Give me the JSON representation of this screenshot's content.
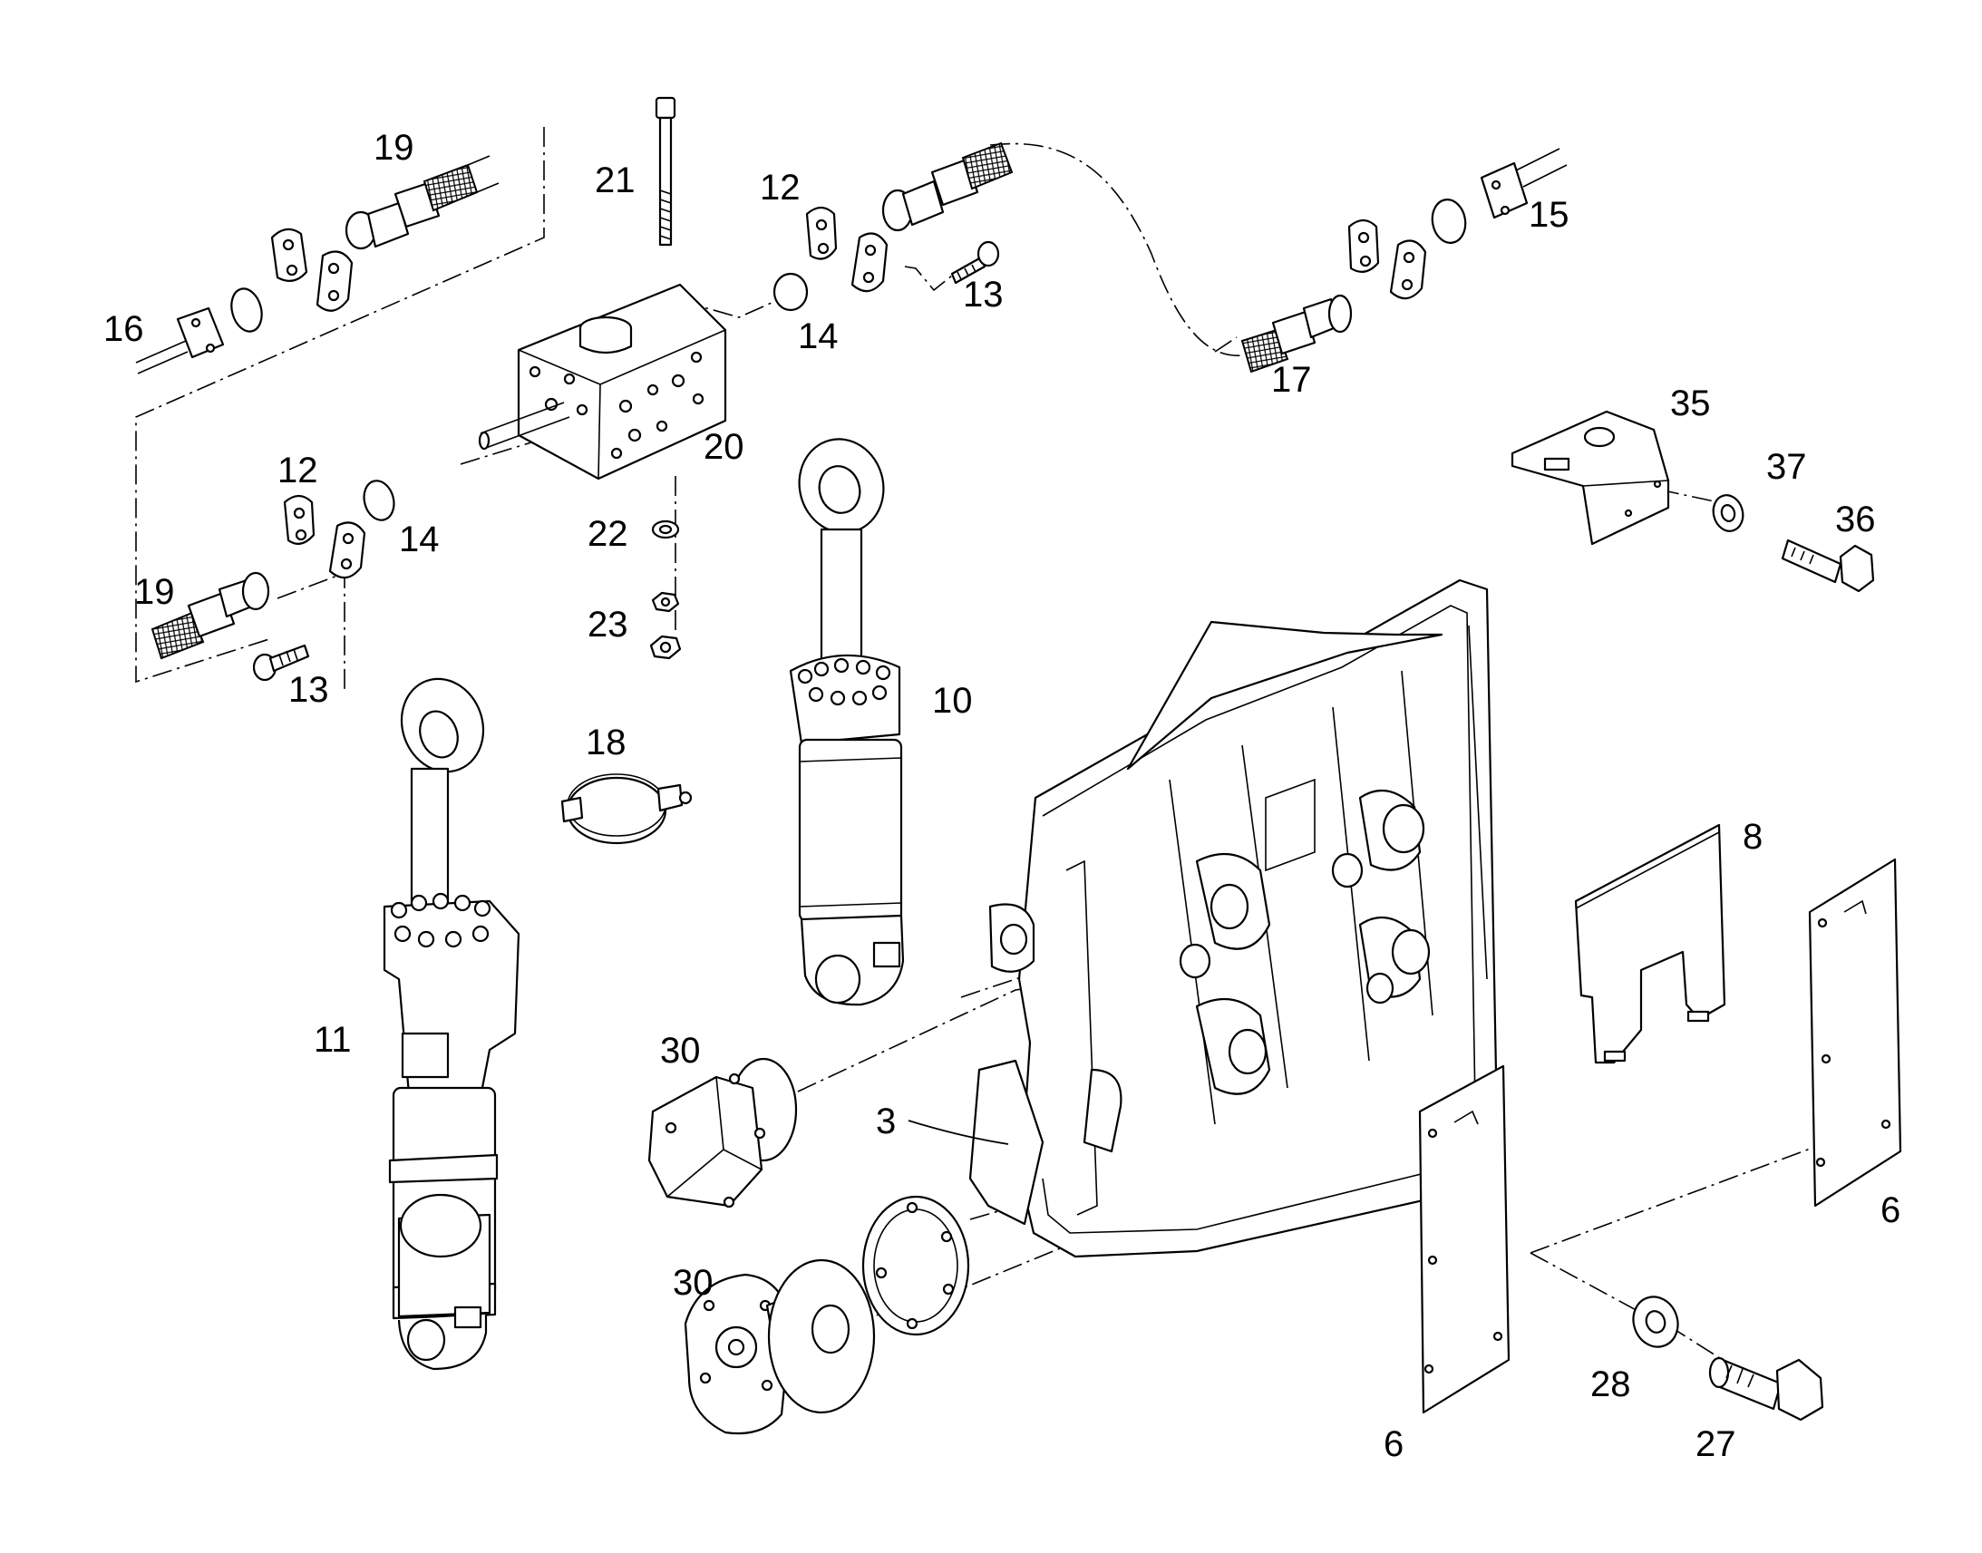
{
  "callouts": {
    "c3": "3",
    "c6a": "6",
    "c6b": "6",
    "c8": "8",
    "c10": "10",
    "c11": "11",
    "c12a": "12",
    "c12b": "12",
    "c13a": "13",
    "c13b": "13",
    "c14a": "14",
    "c14b": "14",
    "c15": "15",
    "c16": "16",
    "c17": "17",
    "c18": "18",
    "c19a": "19",
    "c19b": "19",
    "c20": "20",
    "c21": "21",
    "c22": "22",
    "c23": "23",
    "c27": "27",
    "c28": "28",
    "c30a": "30",
    "c30b": "30",
    "c35": "35",
    "c36": "36",
    "c37": "37"
  }
}
